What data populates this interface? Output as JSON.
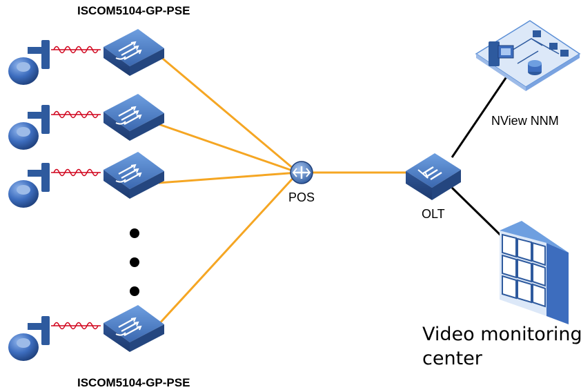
{
  "labels": {
    "switch_top": "ISCOM5104-GP-PSE",
    "switch_bottom": "ISCOM5104-GP-PSE",
    "pos": "POS",
    "olt": "OLT",
    "nms": "NView NNM",
    "video_line1": "Video monitoring",
    "video_line2": "center"
  },
  "colors": {
    "fiber": "#F5A623",
    "ethernet": "#000000",
    "coil": "#D0021B",
    "device_blue": "#2E5A9E",
    "device_top": "#5C8FD6"
  },
  "icons": {
    "camera": "ip-camera-icon",
    "switch": "poe-switch-icon",
    "splitter": "optical-splitter-icon",
    "olt": "olt-icon",
    "nms": "network-management-icon",
    "video_wall": "video-wall-icon"
  }
}
